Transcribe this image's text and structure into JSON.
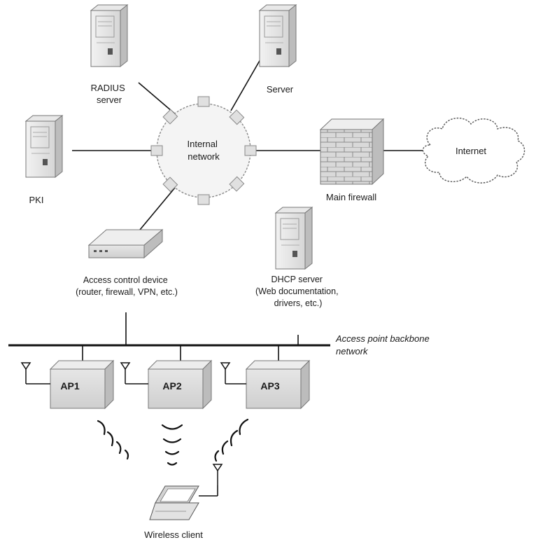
{
  "nodes": {
    "radius": {
      "label_lines": [
        "RADIUS",
        "server"
      ]
    },
    "server": {
      "label_lines": [
        "Server"
      ]
    },
    "pki": {
      "label_lines": [
        "PKI"
      ]
    },
    "internal": {
      "label_lines": [
        "Internal",
        "network"
      ]
    },
    "firewall": {
      "label_lines": [
        "Main firewall"
      ]
    },
    "internet": {
      "label_lines": [
        "Internet"
      ]
    },
    "access_control": {
      "label_lines": [
        "Access control device",
        "(router, firewall, VPN, etc.)"
      ]
    },
    "dhcp": {
      "label_lines": [
        "DHCP server",
        "(Web documentation,",
        "drivers, etc.)"
      ]
    },
    "backbone": {
      "label_lines": [
        "Access point backbone",
        "network"
      ]
    },
    "ap1": {
      "label_lines": [
        "AP1"
      ]
    },
    "ap2": {
      "label_lines": [
        "AP2"
      ]
    },
    "ap3": {
      "label_lines": [
        "AP3"
      ]
    },
    "wireless_client": {
      "label_lines": [
        "Wireless client"
      ]
    }
  }
}
